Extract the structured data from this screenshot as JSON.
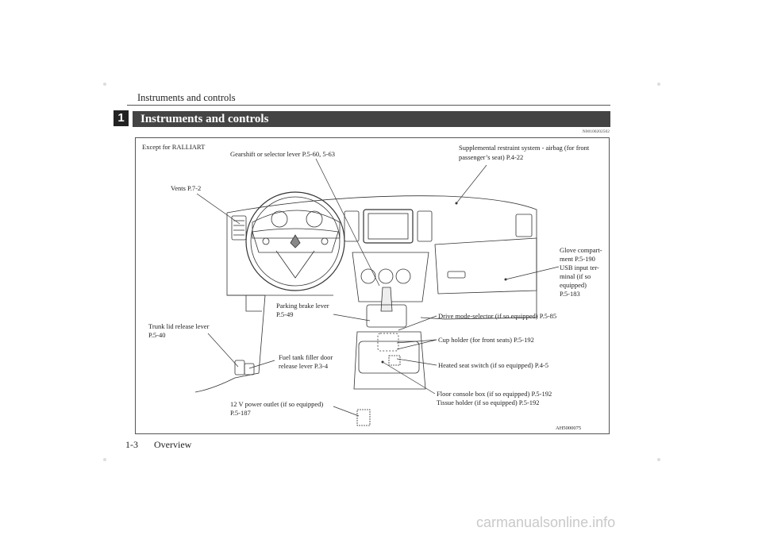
{
  "header": {
    "running_title": "Instruments and controls"
  },
  "chapter_number": "1",
  "section": {
    "title": "Instruments and controls",
    "doc_id": "N00100202502"
  },
  "figure": {
    "variant_label": "Except for RALLIART",
    "figure_code": "AH5000075",
    "callouts": {
      "gearshift": "Gearshift or selector lever P.5-60, 5-63",
      "srs_line1": "Supplemental restraint system - airbag (for front",
      "srs_line2": "passenger’s seat) P.4-22",
      "vents": "Vents P.7-2",
      "glove_1": "Glove compart-",
      "glove_2": "ment P.5-190",
      "glove_3": "USB input ter-",
      "glove_4": "minal (if so",
      "glove_5": "equipped)",
      "glove_6": "P.5-183",
      "parking_1": "Parking brake lever",
      "parking_2": "P.5-49",
      "drive_mode": "Drive mode-selector (if so equipped) P.5-85",
      "trunk_1": "Trunk lid release lever",
      "trunk_2": "P.5-40",
      "cup_holder": "Cup holder (for front seats) P.5-192",
      "fuel_1": "Fuel tank filler door",
      "fuel_2": "release lever P.3-4",
      "heated_seat": "Heated seat switch (if so equipped) P.4-5",
      "console": "Floor console box (if so equipped) P.5-192",
      "tissue": "Tissue holder (if so equipped) P.5-192",
      "outlet_1": "12 V power outlet (if so equipped)",
      "outlet_2": "P.5-187"
    }
  },
  "footer": {
    "page": "1-3",
    "chapter": "Overview"
  },
  "watermark": "carmanualsonline.info"
}
